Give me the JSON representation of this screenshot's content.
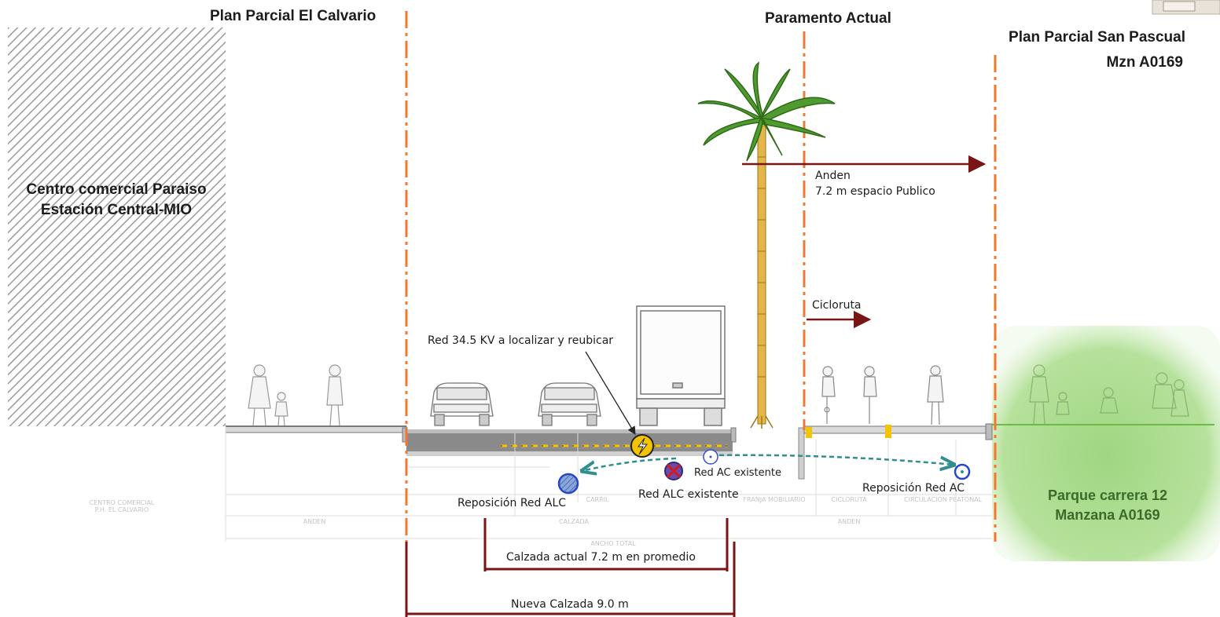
{
  "titles": {
    "plan_calvario": "Plan Parcial El Calvario",
    "paramento": "Paramento Actual",
    "plan_san_pascual": "Plan Parcial San Pascual",
    "manzana": "Mzn A0169"
  },
  "buildings": {
    "centro_line1": "Centro comercial Paraiso",
    "centro_line2": "Estación Central-MIO",
    "faint_centro_1": "CENTRO COMERCIAL",
    "faint_centro_2": "P.H. EL CALVARIO"
  },
  "park": {
    "line1": "Parque carrera 12",
    "line2": "Manzana A0169"
  },
  "annotations": {
    "anden": "Anden",
    "anden_detail": "7.2 m espacio Publico",
    "cicloruta": "Cicloruta",
    "red_kv": "Red 34.5 KV a localizar y reubicar",
    "red_ac_existente": "Red AC existente",
    "red_alc_existente": "Red ALC existente",
    "reposicion_alc": "Reposición Red ALC",
    "reposicion_ac": "Reposición Red AC"
  },
  "dimensions": {
    "calzada_actual": "Calzada actual 7.2 m en promedio",
    "nueva_calzada": "Nueva Calzada 9.0 m"
  },
  "faint_labels": {
    "anden_left": "ANDEN",
    "calzada": "CALZADA",
    "carril": "CARRIL",
    "franja": "FRANJA MOBILIARIO",
    "cicloruta": "CICLORUTA",
    "circulacion": "CIRCULACIÓN PEATONAL",
    "anden_right": "ANDEN",
    "antejardin": "ANCHO TOTAL"
  },
  "colors": {
    "orange_line": "#f0782f",
    "maroon": "#7a1515",
    "teal": "#2f8f8f",
    "park_green": "#8fd16a",
    "hatch": "#9a9a9a",
    "road": "#8a8a8a",
    "yellow": "#f5c400"
  }
}
